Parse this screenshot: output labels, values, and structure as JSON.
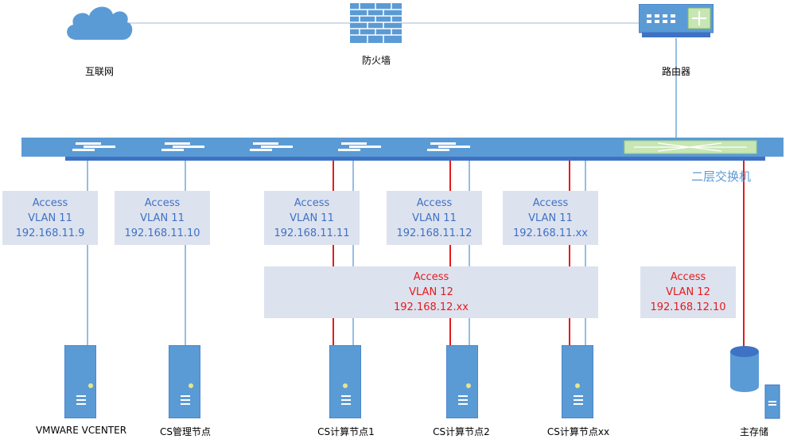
{
  "top_devices": {
    "internet": "互联网",
    "firewall": "防火墙",
    "router": "路由器"
  },
  "switch": {
    "label": "二层交换机"
  },
  "vlan11_boxes": [
    {
      "mode": "Access",
      "vlan": "VLAN 11",
      "ip": "192.168.11.9"
    },
    {
      "mode": "Access",
      "vlan": "VLAN 11",
      "ip": "192.168.11.10"
    },
    {
      "mode": "Access",
      "vlan": "VLAN 11",
      "ip": "192.168.11.11"
    },
    {
      "mode": "Access",
      "vlan": "VLAN 11",
      "ip": "192.168.11.12"
    },
    {
      "mode": "Access",
      "vlan": "VLAN 11",
      "ip": "192.168.11.xx"
    }
  ],
  "vlan12_boxes": [
    {
      "mode": "Access",
      "vlan": "VLAN 12",
      "ip": "192.168.12.xx"
    },
    {
      "mode": "Access",
      "vlan": "VLAN 12",
      "ip": "192.168.12.10"
    }
  ],
  "servers": [
    "VMWARE VCENTER",
    "CS管理节点",
    "CS计算节点1",
    "CS计算节点2",
    "CS计算节点xx"
  ],
  "storage": "主存储",
  "colors": {
    "blue_line": "#5b9bd5",
    "red_line": "#e51c1c",
    "device_fill": "#5b9bd5",
    "box_fill": "#dde2ef"
  },
  "icons": [
    "cloud-icon",
    "firewall-icon",
    "router-icon",
    "switch-icon",
    "server-icon",
    "database-icon"
  ]
}
